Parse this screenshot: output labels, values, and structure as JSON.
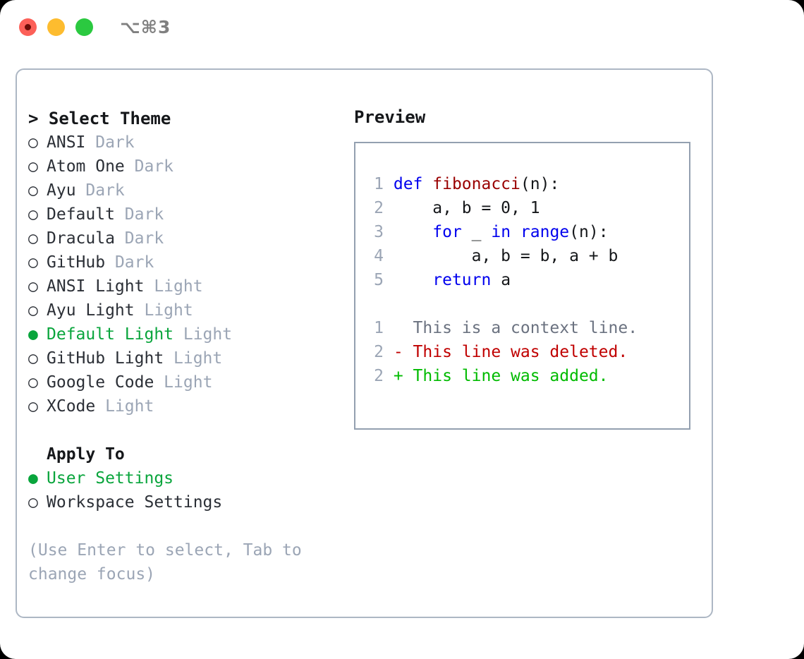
{
  "window": {
    "traffic_lights": [
      "close",
      "minimize",
      "zoom"
    ],
    "shortcut": "⌥⌘3"
  },
  "theme_picker": {
    "header": "> Select Theme",
    "items": [
      {
        "marker": "○",
        "name": "ANSI",
        "category": "Dark",
        "selected": false
      },
      {
        "marker": "○",
        "name": "Atom One",
        "category": "Dark",
        "selected": false
      },
      {
        "marker": "○",
        "name": "Ayu",
        "category": "Dark",
        "selected": false
      },
      {
        "marker": "○",
        "name": "Default",
        "category": "Dark",
        "selected": false
      },
      {
        "marker": "○",
        "name": "Dracula",
        "category": "Dark",
        "selected": false
      },
      {
        "marker": "○",
        "name": "GitHub",
        "category": "Dark",
        "selected": false
      },
      {
        "marker": "○",
        "name": "ANSI Light",
        "category": "Light",
        "selected": false
      },
      {
        "marker": "○",
        "name": "Ayu Light",
        "category": "Light",
        "selected": false
      },
      {
        "marker": "●",
        "name": "Default Light",
        "category": "Light",
        "selected": true
      },
      {
        "marker": "○",
        "name": "GitHub Light",
        "category": "Light",
        "selected": false
      },
      {
        "marker": "○",
        "name": "Google Code",
        "category": "Light",
        "selected": false
      },
      {
        "marker": "○",
        "name": "XCode",
        "category": "Light",
        "selected": false
      }
    ]
  },
  "apply_to": {
    "header": "Apply To",
    "items": [
      {
        "marker": "●",
        "name": "User Settings",
        "selected": true
      },
      {
        "marker": "○",
        "name": "Workspace Settings",
        "selected": false
      }
    ]
  },
  "hint": "(Use Enter to select, Tab to change focus)",
  "preview": {
    "title": "Preview",
    "code_lines": [
      {
        "num": "1",
        "tokens": [
          {
            "t": "def ",
            "c": "kw"
          },
          {
            "t": "fibonacci",
            "c": "fn"
          },
          {
            "t": "(n):",
            "c": "plain"
          }
        ]
      },
      {
        "num": "2",
        "tokens": [
          {
            "t": "    a, b = 0, 1",
            "c": "plain"
          }
        ]
      },
      {
        "num": "3",
        "tokens": [
          {
            "t": "    ",
            "c": "plain"
          },
          {
            "t": "for",
            "c": "kw"
          },
          {
            "t": " _ ",
            "c": "plain"
          },
          {
            "t": "in",
            "c": "kw"
          },
          {
            "t": " ",
            "c": "plain"
          },
          {
            "t": "range",
            "c": "kw"
          },
          {
            "t": "(n):",
            "c": "plain"
          }
        ]
      },
      {
        "num": "4",
        "tokens": [
          {
            "t": "        a, b = b, a + b",
            "c": "plain"
          }
        ]
      },
      {
        "num": "5",
        "tokens": [
          {
            "t": "    ",
            "c": "plain"
          },
          {
            "t": "return",
            "c": "kw"
          },
          {
            "t": " a",
            "c": "plain"
          }
        ]
      }
    ],
    "diff_lines": [
      {
        "num": "1",
        "text": "  This is a context line.",
        "cls": "diff-ctx"
      },
      {
        "num": "2",
        "text": "- This line was deleted.",
        "cls": "diff-del"
      },
      {
        "num": "2",
        "text": "+ This line was added.",
        "cls": "diff-add"
      }
    ]
  },
  "colors": {
    "selected_green": "#09a53c",
    "muted_gray": "#9ba5b5",
    "keyword_blue": "#0000ee",
    "function_red": "#990000",
    "diff_add_green": "#00bb00",
    "diff_del_red": "#c00000",
    "panel_border": "#adb7c4"
  }
}
